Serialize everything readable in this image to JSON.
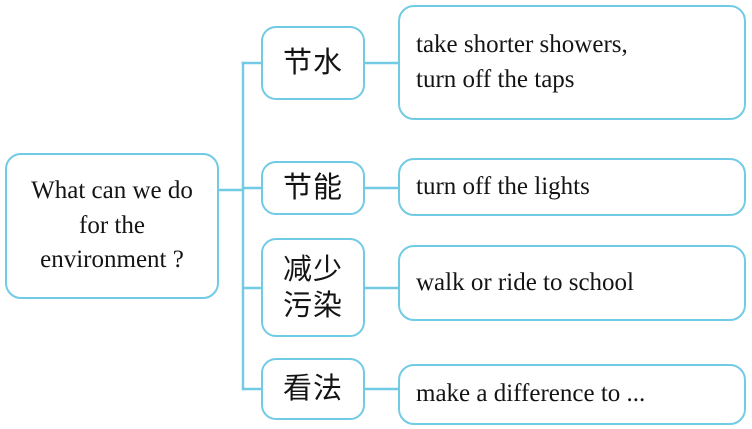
{
  "diagram": {
    "type": "mind-map",
    "title_node": {
      "id": "root",
      "lines": [
        "What can we",
        "do for the",
        "environment ?"
      ],
      "text": "What can we do for the environment ?"
    },
    "branches": [
      {
        "id": "branch-1",
        "topic_lines": [
          "节水"
        ],
        "topic": "节水",
        "detail_lines": [
          "take shorter showers,",
          "turn off the taps"
        ],
        "detail": "take shorter showers, turn off the taps"
      },
      {
        "id": "branch-2",
        "topic_lines": [
          "节能"
        ],
        "topic": "节能",
        "detail_lines": [
          "turn off the lights"
        ],
        "detail": "turn off the lights"
      },
      {
        "id": "branch-3",
        "topic_lines": [
          "减少",
          "污染"
        ],
        "topic": "减少污染",
        "detail_lines": [
          "walk or ride to school"
        ],
        "detail": "walk or ride to school"
      },
      {
        "id": "branch-4",
        "topic_lines": [
          "看法"
        ],
        "topic": "看法",
        "detail_lines": [
          "make a difference to ..."
        ],
        "detail": "make a difference to ..."
      }
    ],
    "style": {
      "border_color": "#72cbe4",
      "connector_color": "#72cbe4",
      "background": "#ffffff",
      "text_color": "#141414"
    }
  }
}
